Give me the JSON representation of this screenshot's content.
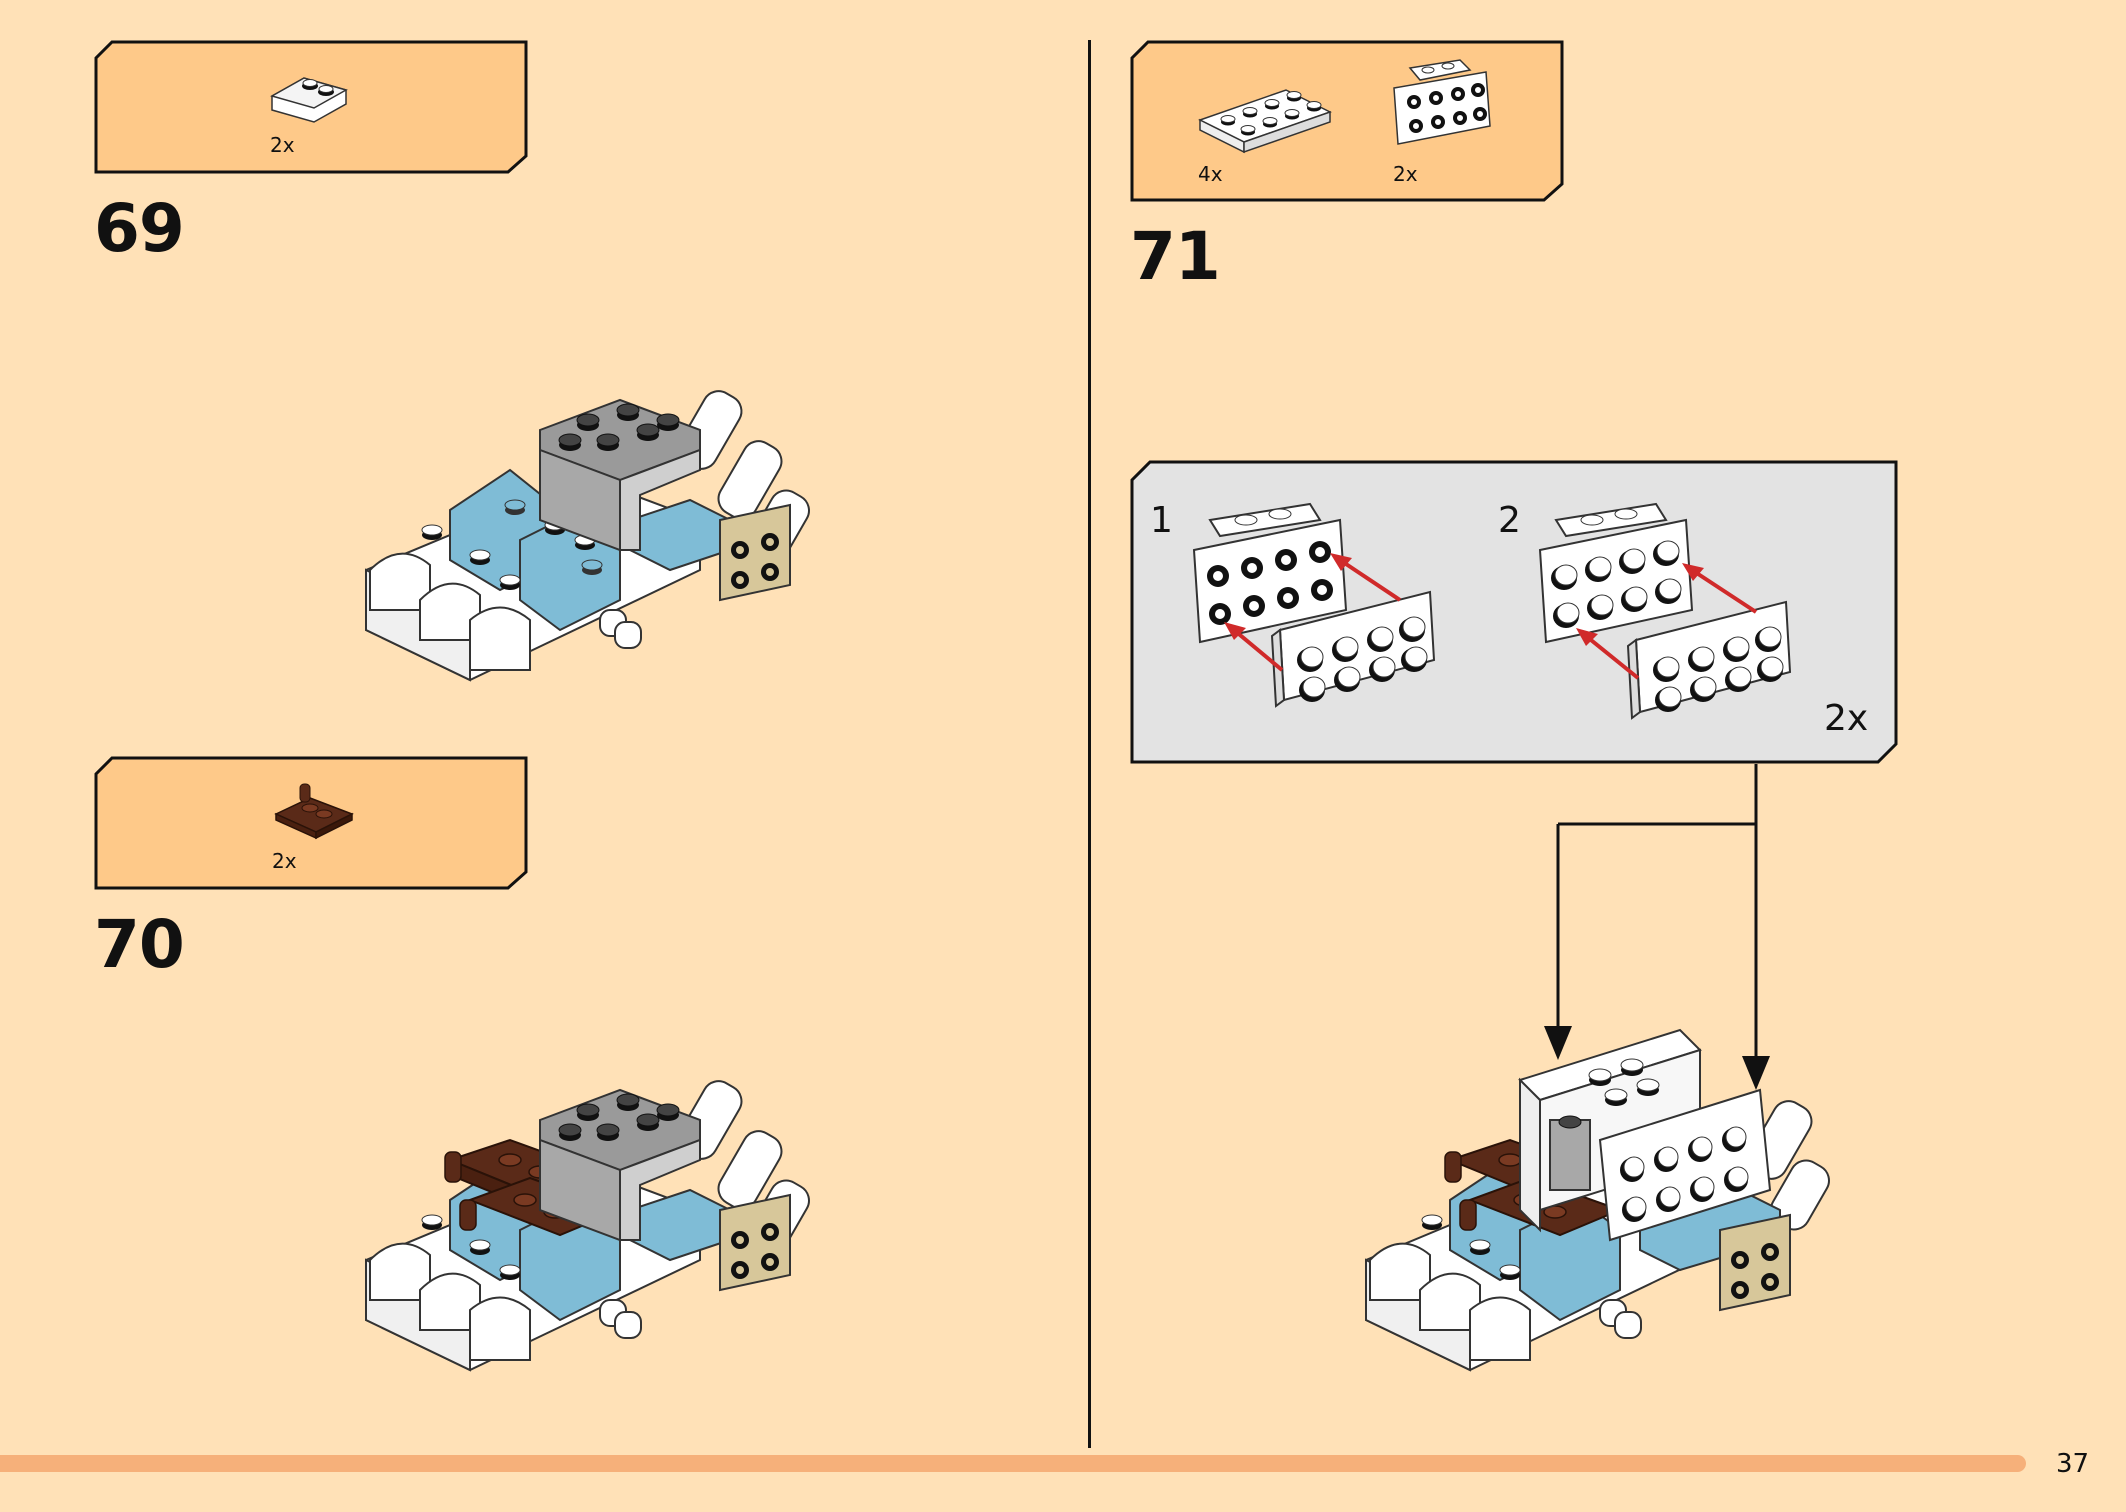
{
  "page": {
    "page_number": "37",
    "colors": {
      "background": "#ffe1b7",
      "parts_box": "#fec989",
      "callout_box": "#e3e3e3",
      "bottom_bar": "#f6b07a",
      "arrow_red": "#d02a2a"
    }
  },
  "steps": [
    {
      "number": "69",
      "parts": [
        {
          "qty": "2x",
          "icon": "white-slope-brick-icon"
        }
      ]
    },
    {
      "number": "70",
      "parts": [
        {
          "qty": "2x",
          "icon": "brown-plate-with-bar-icon"
        }
      ]
    },
    {
      "number": "71",
      "parts": [
        {
          "qty": "4x",
          "icon": "white-plate-2x4-icon"
        },
        {
          "qty": "2x",
          "icon": "white-bracket-plate-icon"
        }
      ],
      "sub_assembly": {
        "sub_steps": [
          {
            "label": "1"
          },
          {
            "label": "2"
          }
        ],
        "multiplier": "2x"
      }
    }
  ]
}
